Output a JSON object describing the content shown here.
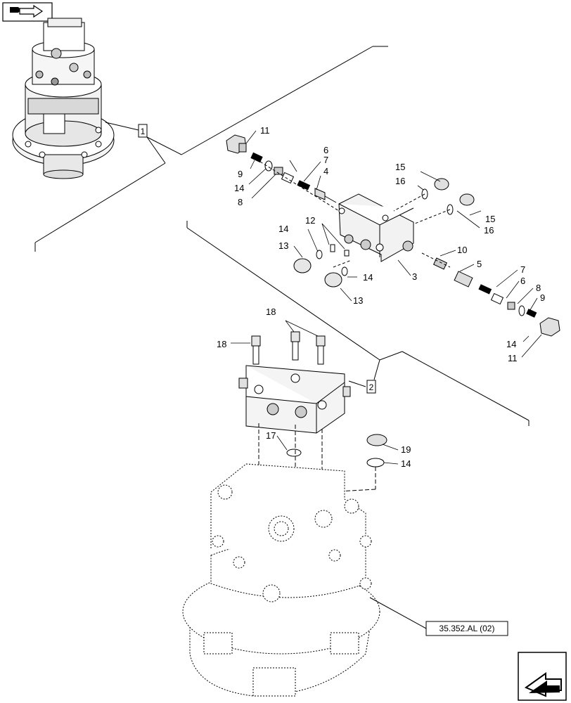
{
  "nav": {
    "top_button_icon": "book-arrow-icon",
    "bottom_button_icon": "next-page-arrow-icon"
  },
  "boxes": {
    "box1": "1",
    "box2": "2"
  },
  "reference": "35.352.AL (02)",
  "callouts": {
    "c11a": "11",
    "c9a": "9",
    "c14a": "14",
    "c8a": "8",
    "c6a": "6",
    "c7a": "7",
    "c4": "4",
    "c15a": "15",
    "c16a": "16",
    "c15b": "15",
    "c16b": "16",
    "c12": "12",
    "c14b": "14",
    "c13a": "13",
    "c14c": "14",
    "c13b": "13",
    "c3": "3",
    "c10": "10",
    "c5": "5",
    "c7b": "7",
    "c6b": "6",
    "c8b": "8",
    "c9b": "9",
    "c14d": "14",
    "c11b": "11",
    "c18a": "18",
    "c18b": "18",
    "c17": "17",
    "c19": "19",
    "c14e": "14"
  }
}
